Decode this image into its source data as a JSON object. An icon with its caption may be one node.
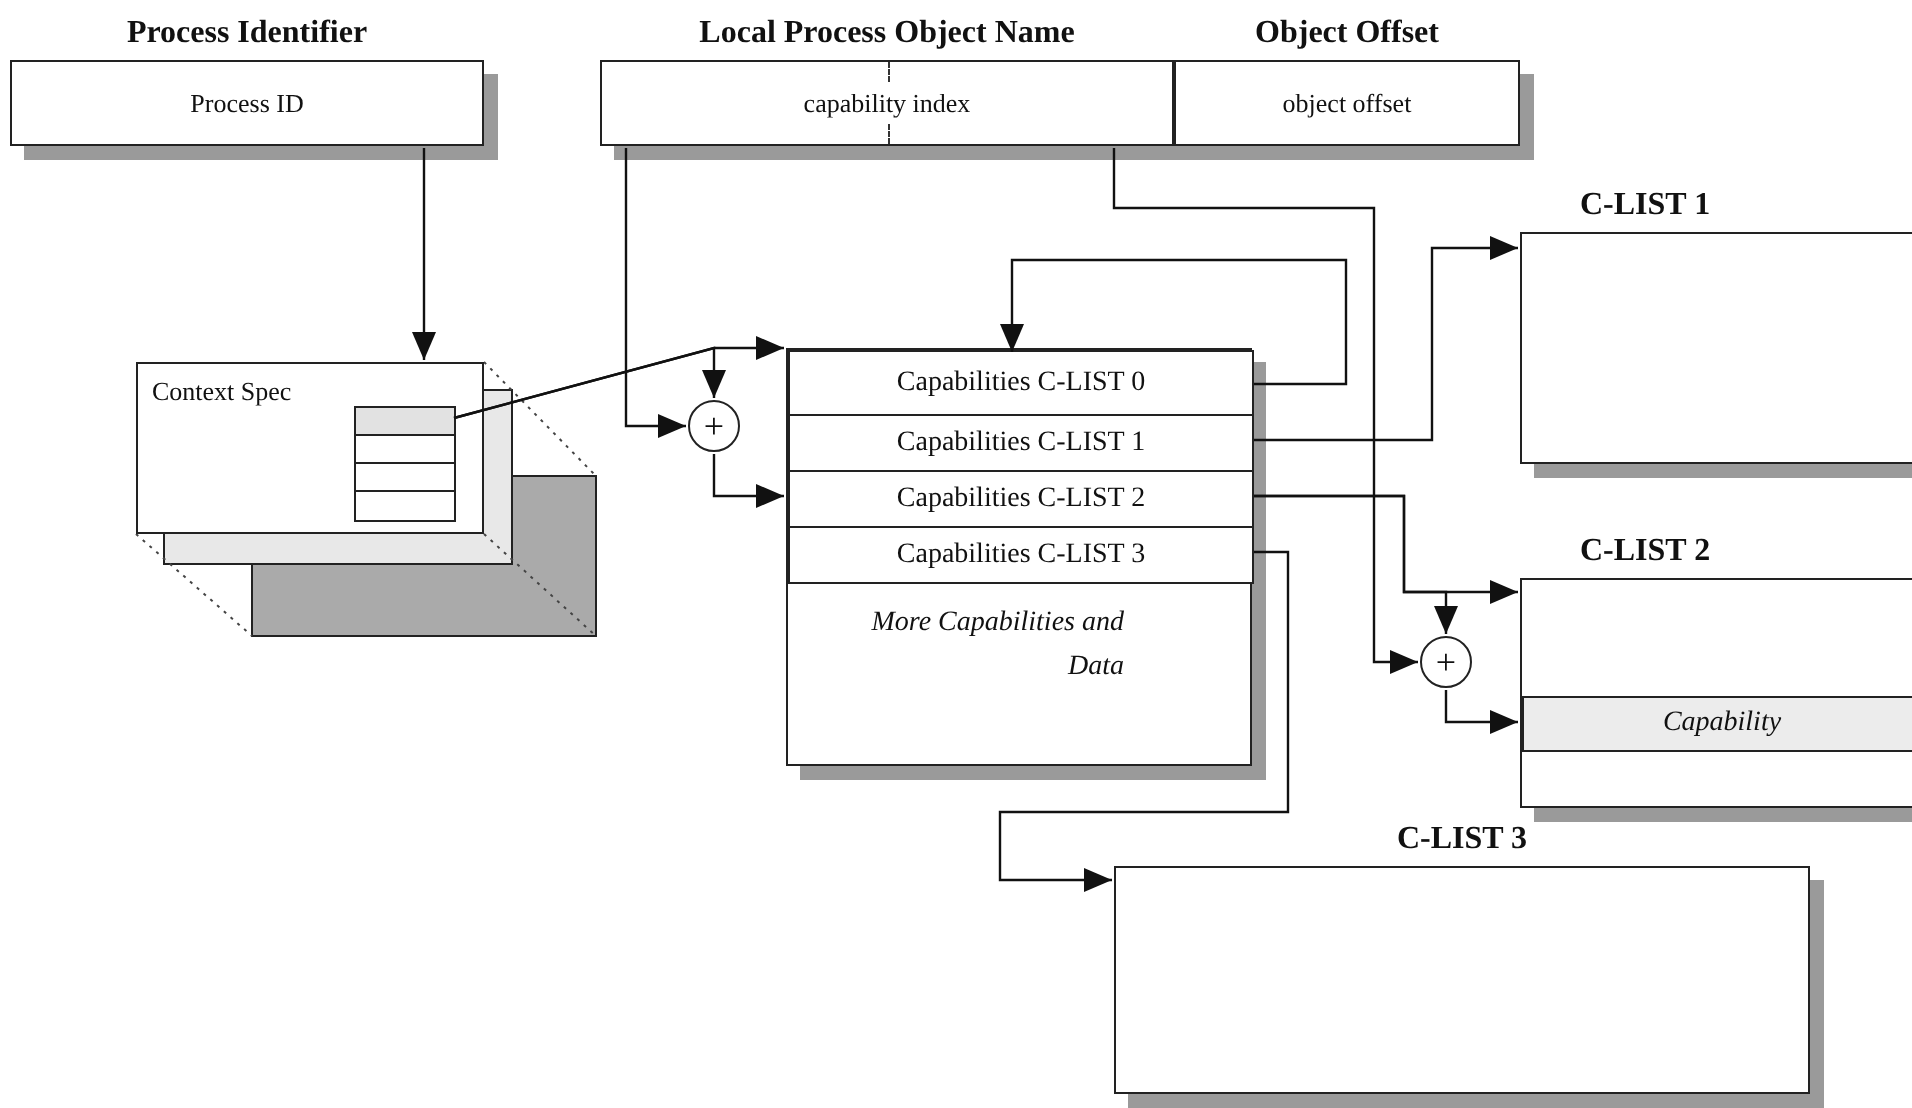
{
  "diagram": {
    "nodes": [
      {
        "text": [
          "Process Identifier",
          "Process ID"
        ]
      },
      {
        "text": [
          "Local Process Object Name",
          "capability index"
        ]
      },
      {
        "text": [
          "Object Offset",
          "object offset"
        ]
      },
      {
        "text": [
          "Context Spec"
        ]
      },
      {
        "text": [],
        "shape": "box",
        "in": 3
      },
      {
        "text": [],
        "shape": "box",
        "in": 3
      },
      {
        "text": [],
        "shape": "box",
        "in": 3
      },
      {
        "text": [],
        "shape": "box",
        "in": 3
      },
      {
        "text": [
          "+"
        ]
      },
      {
        "text": [
          "More Capabilities and Data"
        ]
      },
      {
        "text": [
          "Capabilities C-LIST 0"
        ],
        "in": 9
      },
      {
        "text": [
          "Capabilities C-LIST 1"
        ],
        "in": 9
      },
      {
        "text": [
          "Capabilities C-LIST 2"
        ],
        "in": 9
      },
      {
        "text": [
          "Capabilities C-LIST 3"
        ],
        "in": 9
      },
      {
        "text": [
          "C-LIST 1"
        ]
      },
      {
        "text": [
          "C-LIST 2"
        ]
      },
      {
        "text": [
          "Capability"
        ],
        "in": 15
      },
      {
        "text": [
          "+"
        ]
      },
      {
        "text": [
          "C-LIST 3"
        ]
      }
    ],
    "edges": [
      {
        "from": 0,
        "to": 3,
        "arrow": "to"
      },
      {
        "from": 1,
        "to": 8,
        "arrow": "to"
      },
      {
        "from": 4,
        "to": 9,
        "arrow": "to"
      },
      {
        "from": 4,
        "to": 8,
        "arrow": "to"
      },
      {
        "from": 8,
        "to": 12,
        "arrow": "to"
      },
      {
        "from": 10,
        "to": 10,
        "arrow": "to"
      },
      {
        "from": 11,
        "to": 14,
        "arrow": "to"
      },
      {
        "from": 12,
        "to": 15,
        "arrow": "to"
      },
      {
        "from": 12,
        "to": 17,
        "arrow": "to"
      },
      {
        "from": 1,
        "to": 17,
        "arrow": "to"
      },
      {
        "from": 17,
        "to": 16,
        "arrow": "to"
      },
      {
        "from": 13,
        "to": 18,
        "arrow": "to"
      }
    ]
  }
}
